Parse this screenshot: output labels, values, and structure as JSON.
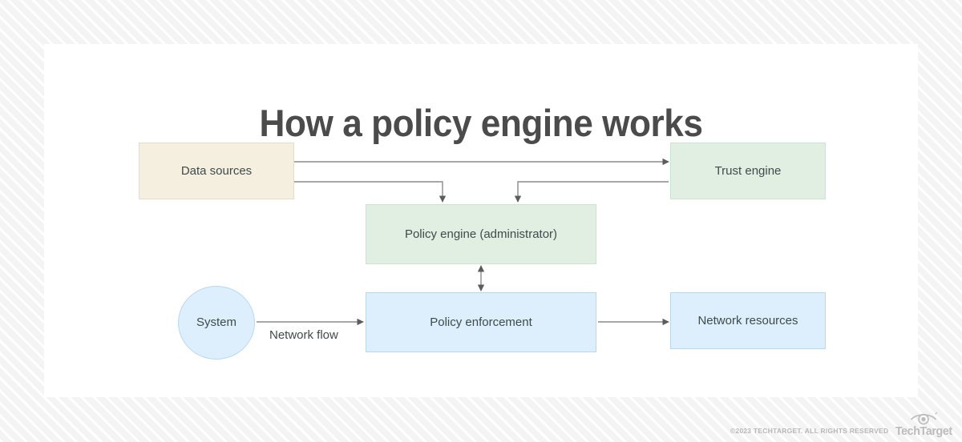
{
  "page": {
    "title": "How a policy engine works",
    "background_color": "#f4f4f4",
    "card_color": "#ffffff",
    "title_color": "#4b4b4b"
  },
  "diagram": {
    "type": "flowchart",
    "nodes": [
      {
        "id": "data-sources",
        "label": "Data sources",
        "shape": "rectangle",
        "fill": "#f5efe0",
        "stroke": "#e4ddc9"
      },
      {
        "id": "trust-engine",
        "label": "Trust engine",
        "shape": "rectangle",
        "fill": "#e0efe2",
        "stroke": "#cfe2d2"
      },
      {
        "id": "policy-engine",
        "label": "Policy engine (administrator)",
        "shape": "rectangle",
        "fill": "#e0efe2",
        "stroke": "#cfe2d2"
      },
      {
        "id": "policy-enforcement",
        "label": "Policy enforcement",
        "shape": "rectangle",
        "fill": "#ddeffc",
        "stroke": "#b8d8ee"
      },
      {
        "id": "network-resources",
        "label": "Network resources",
        "shape": "rectangle",
        "fill": "#ddeffc",
        "stroke": "#b8d8ee"
      },
      {
        "id": "system",
        "label": "System",
        "shape": "ellipse",
        "fill": "#ddeffc",
        "stroke": "#b8d8ee"
      }
    ],
    "edges": [
      {
        "from": "data-sources",
        "to": "trust-engine",
        "label": "",
        "direction": "forward"
      },
      {
        "from": "data-sources",
        "to": "policy-engine",
        "label": "",
        "direction": "forward"
      },
      {
        "from": "trust-engine",
        "to": "policy-engine",
        "label": "",
        "direction": "forward"
      },
      {
        "from": "system",
        "to": "policy-enforcement",
        "label": "Network flow",
        "direction": "forward"
      },
      {
        "from": "policy-engine",
        "to": "policy-enforcement",
        "label": "",
        "direction": "both"
      },
      {
        "from": "policy-enforcement",
        "to": "network-resources",
        "label": "",
        "direction": "forward"
      }
    ],
    "edge_color": "#6b6b6b"
  },
  "footer": {
    "copyright": "©2023 TECHTARGET. ALL RIGHTS RESERVED",
    "brand": "TechTarget"
  }
}
